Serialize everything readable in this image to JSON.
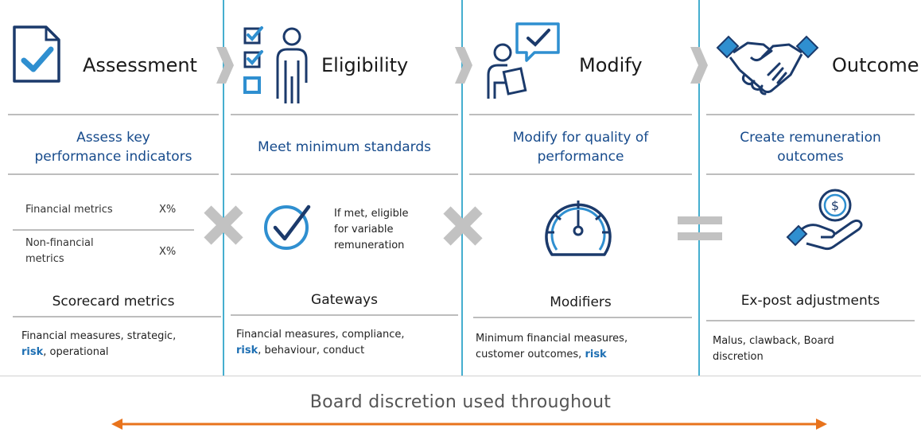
{
  "stages": [
    {
      "title": "Assessment",
      "icon": "checklist-document-icon",
      "subtitle_lines": [
        "Assess key",
        "performance indicators"
      ],
      "metrics": [
        {
          "label": "Financial metrics",
          "value": "X%"
        },
        {
          "label_lines": [
            "Non-financial",
            "metrics"
          ],
          "value": "X%"
        }
      ],
      "section_label": "Scorecard metrics",
      "desc_line1": "Financial measures, strategic,",
      "desc_risk": "risk",
      "desc_line2_rest": ", operational"
    },
    {
      "title": "Eligibility",
      "icon": "person-checklist-icon",
      "subtitle": "Meet minimum standards",
      "body_icon": "check-circle-icon",
      "body_text_lines": [
        "If met, eligible",
        "for variable",
        "remuneration"
      ],
      "section_label": "Gateways",
      "desc_line1": "Financial measures, compliance,",
      "desc_risk": "risk",
      "desc_line2_rest": ", behaviour, conduct"
    },
    {
      "title": "Modify",
      "icon": "person-review-icon",
      "subtitle_lines": [
        "Modify for quality of",
        "performance"
      ],
      "body_icon": "gauge-icon",
      "section_label": "Modifiers",
      "desc_line1": "Minimum financial measures,",
      "desc_line2_prefix": "customer outcomes, ",
      "desc_risk": "risk"
    },
    {
      "title": "Outcome",
      "icon": "handshake-icon",
      "subtitle_lines": [
        "Create remuneration",
        "outcomes"
      ],
      "body_icon": "hand-coin-icon",
      "section_label": "Ex-post adjustments",
      "desc_lines": [
        "Malus, clawback, Board",
        "discretion"
      ]
    }
  ],
  "operators": [
    "multiply",
    "multiply",
    "equals"
  ],
  "footer": "Board discretion used throughout",
  "colors": {
    "icon_navy": "#1b3a6b",
    "icon_blue": "#2f8fd0",
    "subtitle_blue": "#174b8c",
    "divider_cyan": "#45aecf",
    "operator_gray": "#c2c2c2",
    "arrow_orange": "#e8731c",
    "risk_blue": "#1e6fb3"
  }
}
